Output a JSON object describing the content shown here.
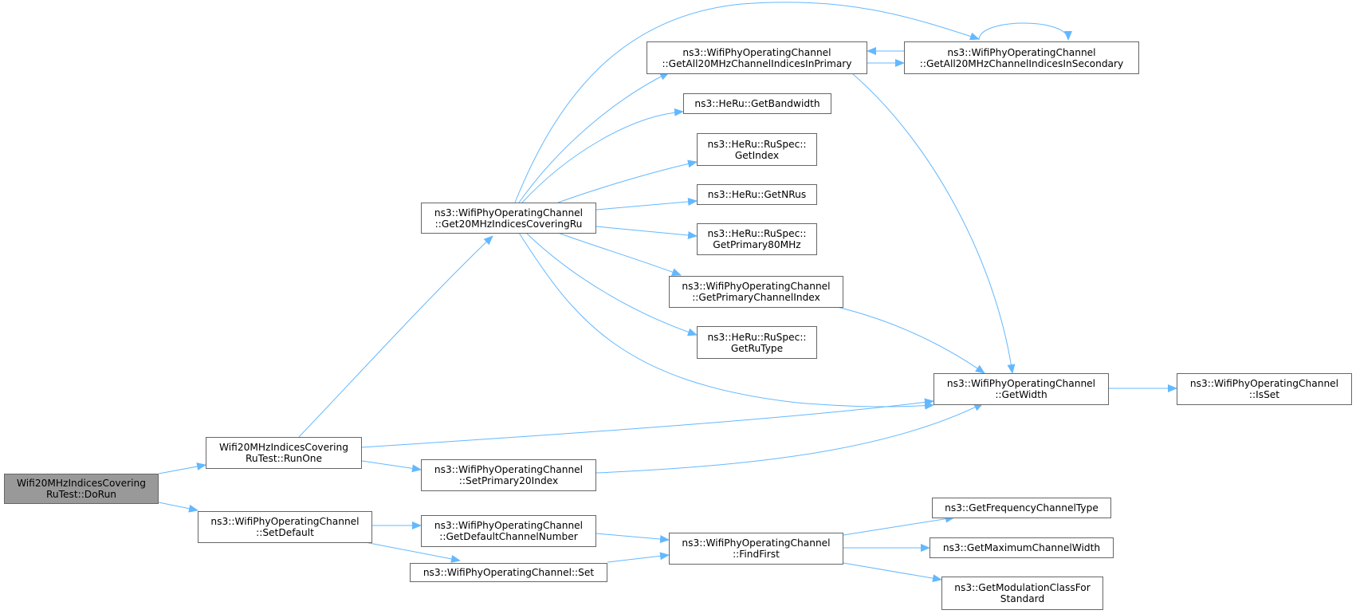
{
  "colors": {
    "edge": "#63b8ff",
    "node_border": "#666666",
    "root_fill": "#999999",
    "node_fill": "#ffffff"
  },
  "nodes": {
    "dorun": {
      "l1": "Wifi20MHzIndicesCovering",
      "l2": "RuTest::DoRun"
    },
    "runone": {
      "l1": "Wifi20MHzIndicesCovering",
      "l2": "RuTest::RunOne"
    },
    "setdefault": {
      "l1": "ns3::WifiPhyOperatingChannel",
      "l2": "::SetDefault"
    },
    "get20mhz": {
      "l1": "ns3::WifiPhyOperatingChannel",
      "l2": "::Get20MHzIndicesCoveringRu"
    },
    "setprimary20": {
      "l1": "ns3::WifiPhyOperatingChannel",
      "l2": "::SetPrimary20Index"
    },
    "getdefaultchannel": {
      "l1": "ns3::WifiPhyOperatingChannel",
      "l2": "::GetDefaultChannelNumber"
    },
    "set": {
      "l1": "ns3::WifiPhyOperatingChannel::Set"
    },
    "getall20primary": {
      "l1": "ns3::WifiPhyOperatingChannel",
      "l2": "::GetAll20MHzChannelIndicesInPrimary"
    },
    "getall20secondary": {
      "l1": "ns3::WifiPhyOperatingChannel",
      "l2": "::GetAll20MHzChannelIndicesInSecondary"
    },
    "getbandwidth": {
      "l1": "ns3::HeRu::GetBandwidth"
    },
    "getindex": {
      "l1": "ns3::HeRu::RuSpec::",
      "l2": "GetIndex"
    },
    "getnrus": {
      "l1": "ns3::HeRu::GetNRus"
    },
    "getprimary80": {
      "l1": "ns3::HeRu::RuSpec::",
      "l2": "GetPrimary80MHz"
    },
    "getprimarychannelindex": {
      "l1": "ns3::WifiPhyOperatingChannel",
      "l2": "::GetPrimaryChannelIndex"
    },
    "getrutype": {
      "l1": "ns3::HeRu::RuSpec::",
      "l2": "GetRuType"
    },
    "getwidth": {
      "l1": "ns3::WifiPhyOperatingChannel",
      "l2": "::GetWidth"
    },
    "isset": {
      "l1": "ns3::WifiPhyOperatingChannel",
      "l2": "::IsSet"
    },
    "findfirst": {
      "l1": "ns3::WifiPhyOperatingChannel",
      "l2": "::FindFirst"
    },
    "getfreqtype": {
      "l1": "ns3::GetFrequencyChannelType"
    },
    "getmaxwidth": {
      "l1": "ns3::GetMaximumChannelWidth"
    },
    "getmodclass": {
      "l1": "ns3::GetModulationClassFor",
      "l2": "Standard"
    }
  }
}
